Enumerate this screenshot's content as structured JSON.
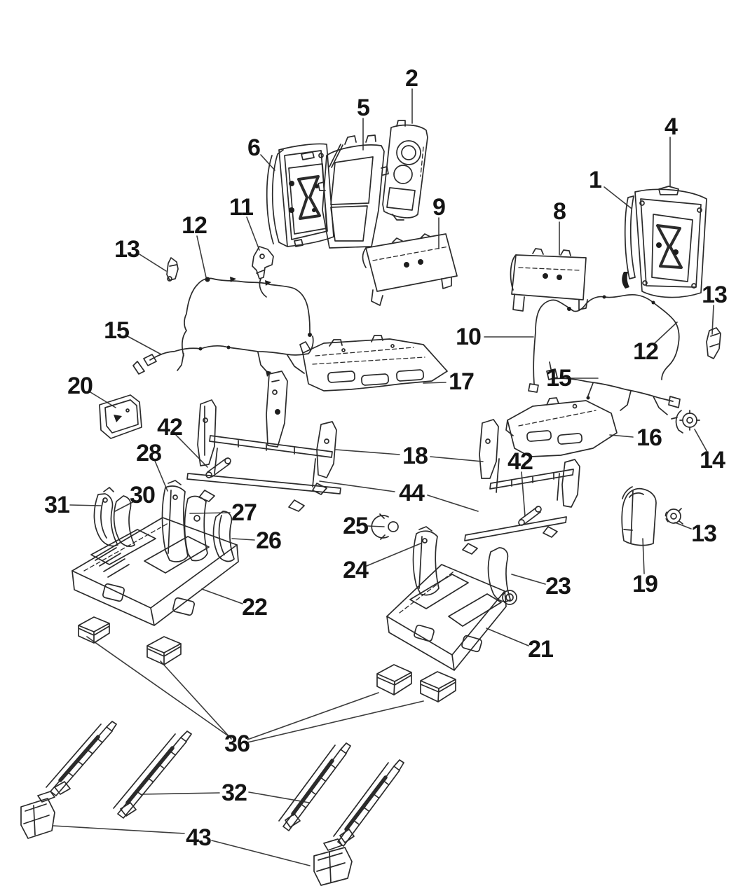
{
  "figure": {
    "type": "exploded-parts-diagram",
    "subject": "seat frame assembly",
    "background_color": "#ffffff",
    "line_color": "#2b2b2b",
    "label_color": "#141414"
  },
  "callouts": [
    {
      "text": "2"
    },
    {
      "text": "5"
    },
    {
      "text": "6"
    },
    {
      "text": "4"
    },
    {
      "text": "1"
    },
    {
      "text": "8"
    },
    {
      "text": "9"
    },
    {
      "text": "11"
    },
    {
      "text": "12"
    },
    {
      "text": "13"
    },
    {
      "text": "15"
    },
    {
      "text": "20"
    },
    {
      "text": "10"
    },
    {
      "text": "17"
    },
    {
      "text": "12"
    },
    {
      "text": "13"
    },
    {
      "text": "15"
    },
    {
      "text": "16"
    },
    {
      "text": "14"
    },
    {
      "text": "42"
    },
    {
      "text": "18"
    },
    {
      "text": "44"
    },
    {
      "text": "42"
    },
    {
      "text": "28"
    },
    {
      "text": "31"
    },
    {
      "text": "30"
    },
    {
      "text": "27"
    },
    {
      "text": "26"
    },
    {
      "text": "25"
    },
    {
      "text": "24"
    },
    {
      "text": "23"
    },
    {
      "text": "22"
    },
    {
      "text": "21"
    },
    {
      "text": "19"
    },
    {
      "text": "13"
    },
    {
      "text": "36"
    },
    {
      "text": "32"
    },
    {
      "text": "43"
    }
  ]
}
